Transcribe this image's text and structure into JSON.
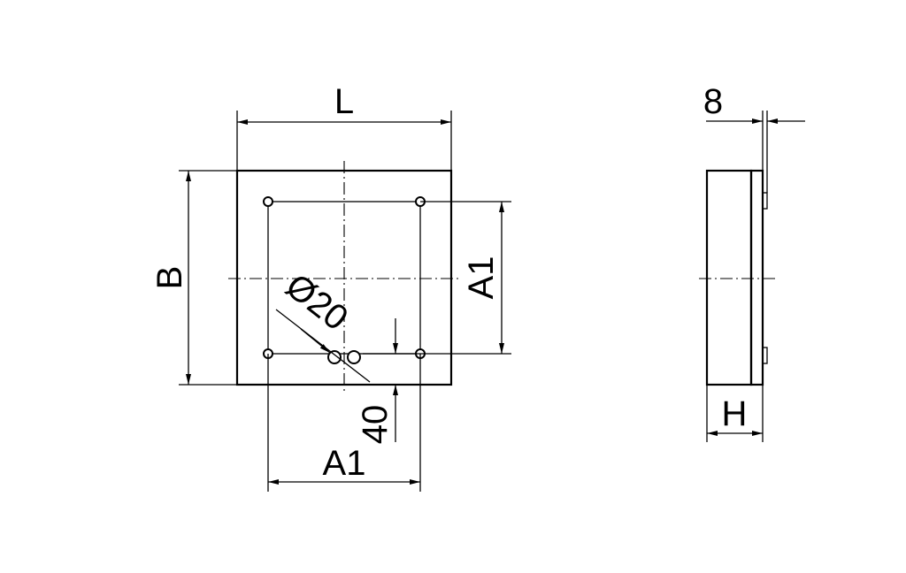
{
  "front_view": {
    "length_label": "L",
    "height_label": "B",
    "hole_spacing_vertical_label": "A1",
    "hole_spacing_horizontal_label": "A1",
    "hole_diameter_label": "Ø20",
    "hole_offset_label": "40"
  },
  "side_view": {
    "thickness_label": "8",
    "depth_label": "H"
  }
}
